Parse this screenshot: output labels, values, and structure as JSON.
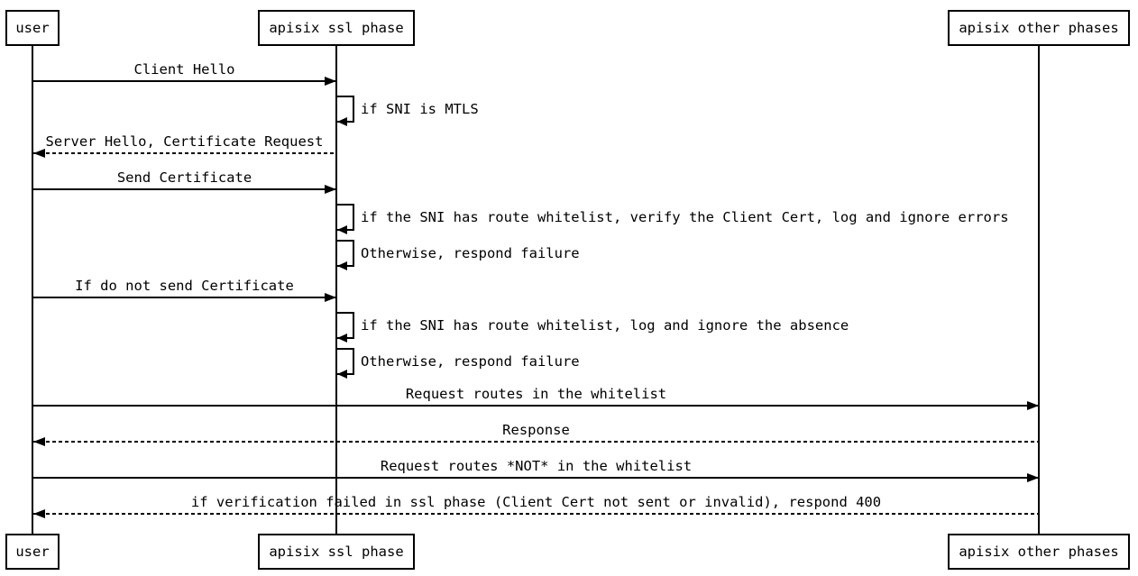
{
  "page": {
    "background_color": "#ffffff",
    "line_color": "#000000"
  },
  "diagram": {
    "type": "sequence-diagram",
    "actors": [
      {
        "id": "user",
        "label": "user"
      },
      {
        "id": "apisix-ssl-phase",
        "label": "apisix ssl phase"
      },
      {
        "id": "apisix-other-phases",
        "label": "apisix other phases"
      }
    ],
    "messages": [
      {
        "from": "user",
        "to": "apisix ssl phase",
        "line": "solid",
        "label": "Client Hello"
      },
      {
        "self": "apisix ssl phase",
        "line": "solid",
        "label": "if SNI is MTLS"
      },
      {
        "from": "apisix ssl phase",
        "to": "user",
        "line": "dashed",
        "label": "Server Hello, Certificate Request"
      },
      {
        "from": "user",
        "to": "apisix ssl phase",
        "line": "solid",
        "label": "Send Certificate"
      },
      {
        "self": "apisix ssl phase",
        "line": "solid",
        "label": "if the SNI has route whitelist, verify the Client Cert, log and ignore errors"
      },
      {
        "self": "apisix ssl phase",
        "line": "solid",
        "label": "Otherwise, respond failure"
      },
      {
        "from": "user",
        "to": "apisix ssl phase",
        "line": "solid",
        "label": "If do not send Certificate"
      },
      {
        "self": "apisix ssl phase",
        "line": "solid",
        "label": "if the SNI has route whitelist, log and ignore the absence"
      },
      {
        "self": "apisix ssl phase",
        "line": "solid",
        "label": "Otherwise, respond failure"
      },
      {
        "from": "user",
        "to": "apisix other phases",
        "line": "solid",
        "label": "Request routes in the whitelist"
      },
      {
        "from": "apisix other phases",
        "to": "user",
        "line": "dashed",
        "label": "Response"
      },
      {
        "from": "user",
        "to": "apisix other phases",
        "line": "solid",
        "label": "Request routes *NOT* in the whitelist"
      },
      {
        "from": "apisix other phases",
        "to": "user",
        "line": "dashed",
        "label": "if verification failed in ssl phase (Client Cert not sent or invalid), respond 400"
      }
    ]
  }
}
